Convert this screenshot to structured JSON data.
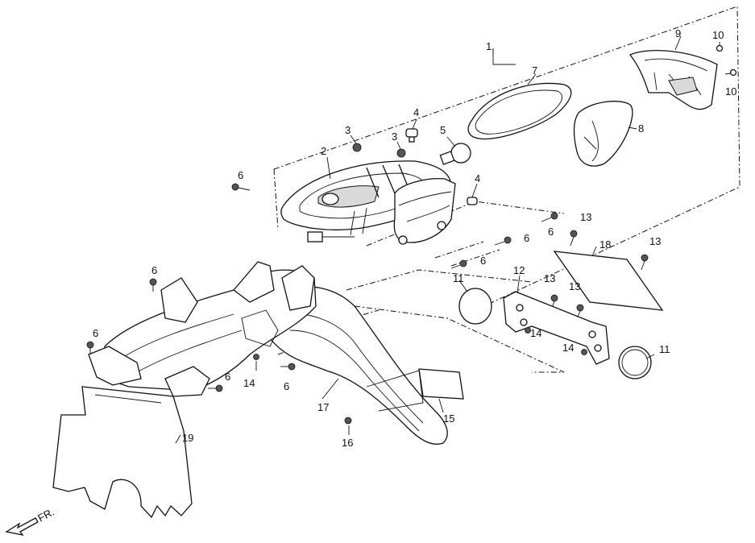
{
  "callouts": [
    {
      "id": "c1",
      "text": "1"
    },
    {
      "id": "c2",
      "text": "2"
    },
    {
      "id": "c3a",
      "text": "3"
    },
    {
      "id": "c3b",
      "text": "3"
    },
    {
      "id": "c4a",
      "text": "4"
    },
    {
      "id": "c4b",
      "text": "4"
    },
    {
      "id": "c5",
      "text": "5"
    },
    {
      "id": "c6a",
      "text": "6"
    },
    {
      "id": "c6b",
      "text": "6"
    },
    {
      "id": "c6c",
      "text": "6"
    },
    {
      "id": "c6d",
      "text": "6"
    },
    {
      "id": "c6e",
      "text": "6"
    },
    {
      "id": "c6f",
      "text": "6"
    },
    {
      "id": "c6g",
      "text": "6"
    },
    {
      "id": "c6h",
      "text": "6"
    },
    {
      "id": "c7",
      "text": "7"
    },
    {
      "id": "c8",
      "text": "8"
    },
    {
      "id": "c9",
      "text": "9"
    },
    {
      "id": "c10a",
      "text": "10"
    },
    {
      "id": "c10b",
      "text": "10"
    },
    {
      "id": "c11a",
      "text": "11"
    },
    {
      "id": "c11b",
      "text": "11"
    },
    {
      "id": "c12",
      "text": "12"
    },
    {
      "id": "c13a",
      "text": "13"
    },
    {
      "id": "c13b",
      "text": "13"
    },
    {
      "id": "c13c",
      "text": "13"
    },
    {
      "id": "c13d",
      "text": "13"
    },
    {
      "id": "c14a",
      "text": "14"
    },
    {
      "id": "c14b",
      "text": "14"
    },
    {
      "id": "c14c",
      "text": "14"
    },
    {
      "id": "c15",
      "text": "15"
    },
    {
      "id": "c16",
      "text": "16"
    },
    {
      "id": "c17",
      "text": "17"
    },
    {
      "id": "c18",
      "text": "18"
    },
    {
      "id": "c19",
      "text": "19"
    }
  ],
  "direction": {
    "label": "FR."
  }
}
